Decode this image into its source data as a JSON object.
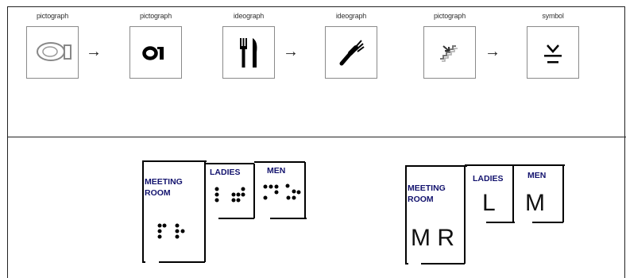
{
  "top_row": {
    "captions": [
      "pictograph",
      "pictograph",
      "ideograph",
      "ideograph",
      "pictograph",
      "symbol"
    ],
    "arrow_glyph": "→",
    "icons": [
      "toilet-icon",
      "toilet-symbol-icon",
      "fork-knife-icon",
      "fork-icon",
      "stairs-icon",
      "stairs-symbol-icon"
    ]
  },
  "braille_sign": {
    "meeting_room_line1": "MEETING",
    "meeting_room_line2": "ROOM",
    "ladies": "LADIES",
    "men": "MEN"
  },
  "print_sign": {
    "meeting_room_line1": "MEETING",
    "meeting_room_line2": "ROOM",
    "meeting_room_letters": "M R",
    "ladies": "LADIES",
    "ladies_letter": "L",
    "men": "MEN",
    "men_letter": "M"
  }
}
